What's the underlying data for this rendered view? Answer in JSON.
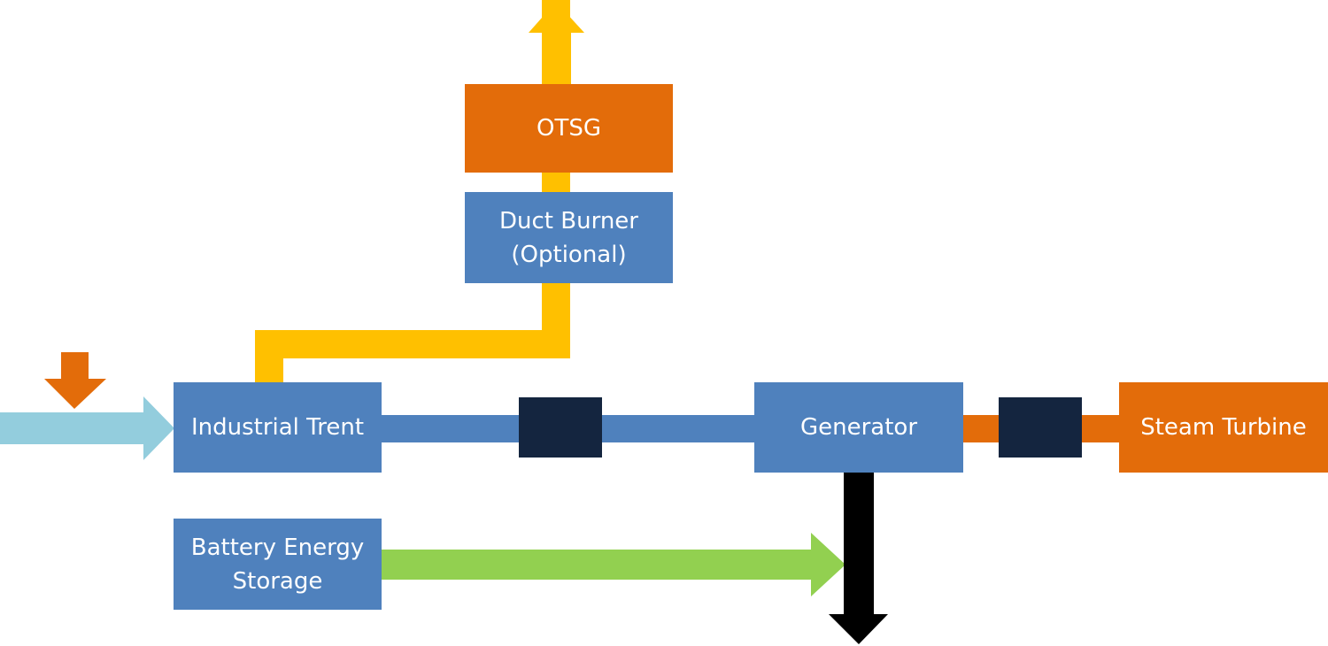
{
  "colors": {
    "exhaust": "#ffc000",
    "shaft": "#4f81bd",
    "steam_shaft": "#e36c0a",
    "fuel": "#e36c0a",
    "air": "#93cddd",
    "battery": "#92d050",
    "power": "#000000",
    "coupling": "#14253f"
  },
  "boxes": {
    "otsg": "OTSG",
    "duct_burner_line1": "Duct Burner",
    "duct_burner_line2": "(Optional)",
    "industrial_trent": "Industrial Trent",
    "generator": "Generator",
    "steam_turbine": "Steam Turbine",
    "battery_line1": "Battery Energy",
    "battery_line2": "Storage"
  }
}
